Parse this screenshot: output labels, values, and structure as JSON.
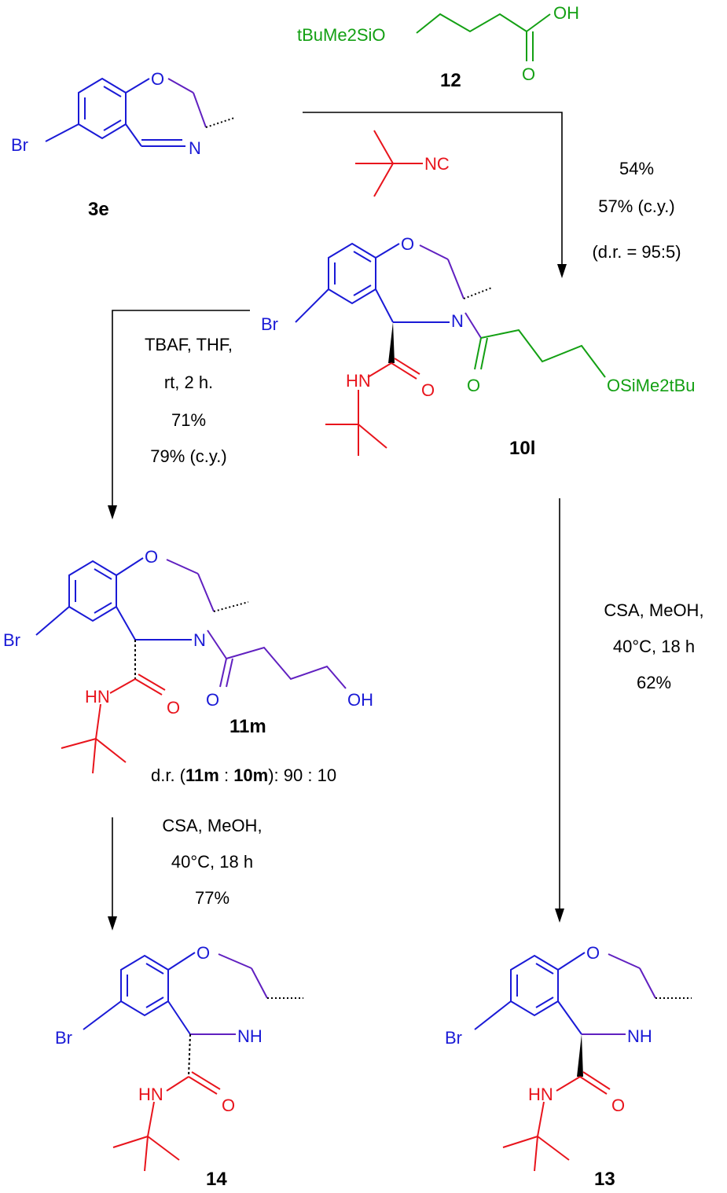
{
  "compounds": {
    "c3e": {
      "label": "3e",
      "br": "Br",
      "o": "O",
      "n": "N"
    },
    "c12": {
      "label": "12",
      "silyl": "tBuMe2SiO",
      "oh": "OH",
      "o": "O"
    },
    "isocyanide": {
      "nc": "NC"
    },
    "c10l": {
      "label": "10l",
      "br": "Br",
      "o": "O",
      "n": "N",
      "hn": "HN",
      "o_amide": "O",
      "o_acyl": "O",
      "silyl": "OSiMe2tBu"
    },
    "c11m": {
      "label": "11m",
      "br": "Br",
      "o": "O",
      "n": "N",
      "hn": "HN",
      "o_amide": "O",
      "o_acyl": "O",
      "oh": "OH"
    },
    "c14": {
      "label": "14",
      "br": "Br",
      "o": "O",
      "nh": "NH",
      "hn": "HN",
      "o_amide": "O"
    },
    "c13": {
      "label": "13",
      "br": "Br",
      "o": "O",
      "nh": "NH",
      "hn": "HN",
      "o_amide": "O"
    }
  },
  "conditions": {
    "step1": [
      "54%",
      "57% (c.y.)",
      "(d.r. = 95:5)"
    ],
    "step2": [
      "TBAF, THF,",
      "rt, 2 h.",
      "71%",
      "79% (c.y.)"
    ],
    "dr_note": {
      "prefix": "d.r. (",
      "a": "11m",
      "sep": " : ",
      "b": "10m",
      "suffix": "): 90 : 10"
    },
    "step3": [
      "CSA, MeOH,",
      "40°C, 18 h",
      "77%"
    ],
    "step4": [
      "CSA, MeOH,",
      "40°C, 18 h",
      "62%"
    ]
  },
  "colors": {
    "scaffold": "#1a1ad6",
    "amide": "#e8141c",
    "acid": "#14a014",
    "arrow": "#000000"
  }
}
